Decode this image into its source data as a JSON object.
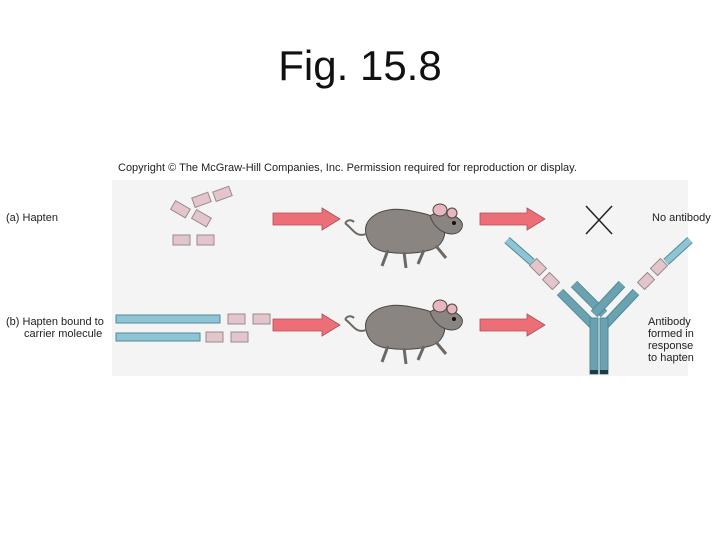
{
  "slide": {
    "title": "Fig. 15.8"
  },
  "figure": {
    "copyright": "Copyright © The McGraw-Hill Companies, Inc. Permission required for reproduction or display.",
    "panel_a": {
      "label": "(a)  Hapten",
      "result": "No antibody"
    },
    "panel_b": {
      "label_line1": "(b)  Hapten bound to",
      "label_line2": "       carrier molecule",
      "result_lines": [
        "Antibody",
        "formed in",
        "response",
        "to hapten"
      ]
    },
    "colors": {
      "arrow": "#ec6f78",
      "hapten": "#e3c6cc",
      "carrier": "#8fc4d4",
      "antibody": "#6aa2b0",
      "mouse": "#8a8580"
    },
    "icons": [
      "mouse-icon",
      "cross-icon",
      "arrow-icon",
      "antibody-icon"
    ]
  }
}
